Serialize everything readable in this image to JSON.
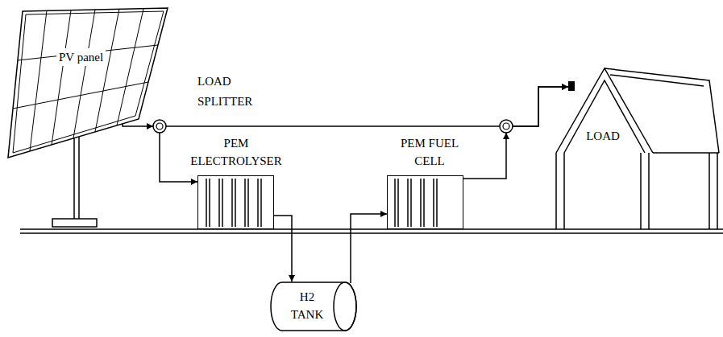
{
  "diagram": {
    "nodes": [
      {
        "text": [
          "PV panel"
        ]
      },
      {
        "text": [
          "LOAD SPLITTER"
        ]
      },
      {
        "text": [
          "PEM ELECTROLYSER"
        ]
      },
      {
        "text": [
          "H2 TANK"
        ]
      },
      {
        "text": [
          "PEM FUEL CELL"
        ]
      },
      {
        "text": [
          "LOAD"
        ]
      }
    ],
    "edges": [
      {
        "from": 0,
        "to": 1,
        "arrow": "to"
      },
      {
        "from": 1,
        "to": 2,
        "arrow": "to"
      },
      {
        "from": 1,
        "to": 5,
        "arrow": "to"
      },
      {
        "from": 2,
        "to": 3,
        "arrow": "to"
      },
      {
        "from": 3,
        "to": 4,
        "arrow": "to"
      },
      {
        "from": 4,
        "to": 5,
        "arrow": "to"
      }
    ]
  }
}
